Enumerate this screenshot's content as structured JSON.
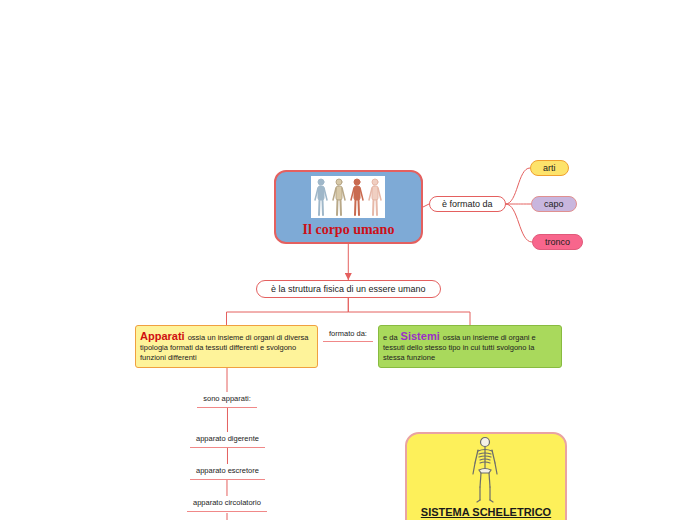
{
  "diagram": {
    "nodes": [
      {
        "text": [
          "Il corpo umano"
        ]
      },
      {
        "text": [
          "è formato da"
        ]
      },
      {
        "text": [
          "arti"
        ]
      },
      {
        "text": [
          "capo"
        ]
      },
      {
        "text": [
          "tronco"
        ]
      },
      {
        "text": [
          "è la struttura fisica di un essere umano"
        ]
      },
      {
        "text": [
          "Apparati",
          "ossia un insieme di organi di diversa tipologia formati da tessuti differenti e svolgono funzioni differenti"
        ]
      },
      {
        "text": [
          "e da",
          "Sistemi",
          "ossia un insieme di organi e tessuti dello stesso tipo in cui tutti svolgono la stessa funzione"
        ]
      },
      {
        "text": [
          "sono apparati:"
        ]
      },
      {
        "text": [
          "apparato digerente"
        ]
      },
      {
        "text": [
          "apparato escretore"
        ]
      },
      {
        "text": [
          "apparato circolatorio"
        ]
      },
      {
        "text": [
          "SISTEMA SCHELETRICO"
        ]
      }
    ],
    "edges": [
      {
        "from": 0,
        "to": 1,
        "arrow": "none"
      },
      {
        "from": 1,
        "to": 2,
        "arrow": "none"
      },
      {
        "from": 1,
        "to": 3,
        "arrow": "none"
      },
      {
        "from": 1,
        "to": 4,
        "arrow": "none"
      },
      {
        "from": 0,
        "to": 5,
        "arrow": "to"
      },
      {
        "from": 5,
        "to": 6,
        "label": "formato da:",
        "arrow": "none"
      },
      {
        "from": 5,
        "to": 7,
        "arrow": "none"
      },
      {
        "from": 6,
        "to": 8,
        "arrow": "none"
      },
      {
        "from": 8,
        "to": 9,
        "arrow": "none"
      },
      {
        "from": 9,
        "to": 10,
        "arrow": "none"
      },
      {
        "from": 10,
        "to": 11,
        "arrow": "none"
      }
    ]
  }
}
